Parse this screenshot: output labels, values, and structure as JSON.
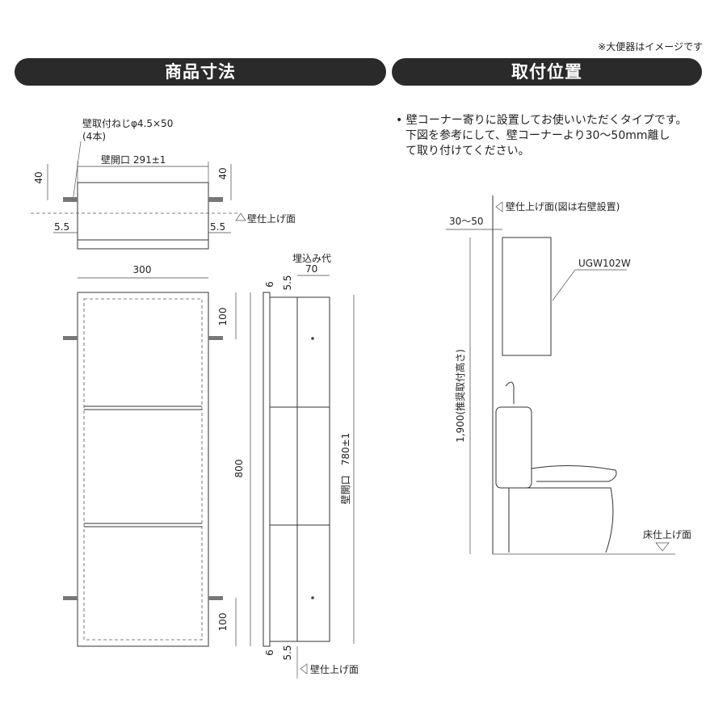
{
  "note": "※大便器はイメージです",
  "headers": {
    "dimensions": "商品寸法",
    "position": "取付位置"
  },
  "description": {
    "line1": "壁コーナー寄りに設置してお使いいただくタイプです。",
    "line2": "下図を参考にして、壁コーナーより30～50mm離し",
    "line3": "て取り付けてください。"
  },
  "top_view": {
    "screw_label": "壁取付ねじφ4.5×50",
    "screw_count": "(4本)",
    "opening": "壁開口 291±1",
    "dim_left": "40",
    "dim_right": "40",
    "dim_55_left": "5.5",
    "dim_55_right": "5.5",
    "wall_finish": "壁仕上げ面"
  },
  "front_view": {
    "width": "300",
    "height": "800",
    "dim_top": "100",
    "dim_bottom": "100"
  },
  "side_view": {
    "embed_label": "埋込み代",
    "embed_value": "70",
    "dim_6_top": "6",
    "dim_55_top": "5.5",
    "opening_height": "壁開口　780±1",
    "dim_6_bottom": "6",
    "dim_55_bottom": "5.5",
    "wall_finish": "壁仕上げ面"
  },
  "install": {
    "wall_finish": "壁仕上げ面(図は右壁設置)",
    "gap": "30～50",
    "model": "UGW102W",
    "height": "1,900(推奨取付高さ)",
    "floor_finish": "床仕上げ面"
  }
}
